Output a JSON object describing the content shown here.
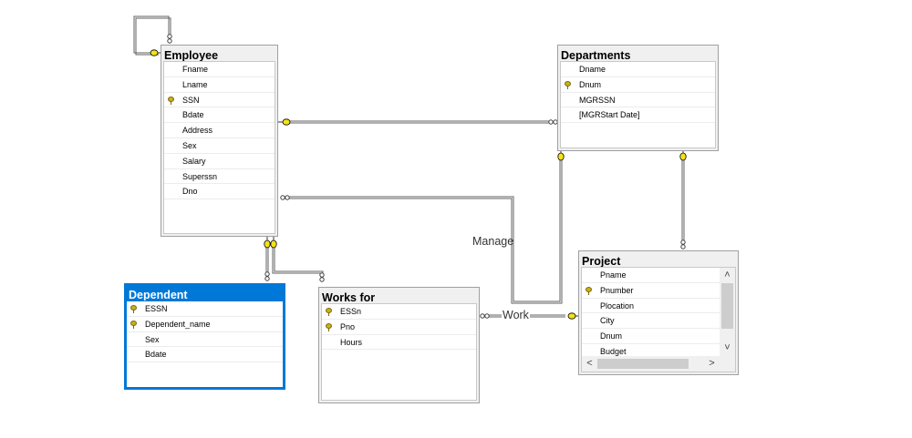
{
  "tables": {
    "employee": {
      "title": "Employee",
      "columns": [
        {
          "name": "Fname",
          "key": false
        },
        {
          "name": "Lname",
          "key": false
        },
        {
          "name": "SSN",
          "key": true
        },
        {
          "name": "Bdate",
          "key": false
        },
        {
          "name": "Address",
          "key": false
        },
        {
          "name": "Sex",
          "key": false
        },
        {
          "name": "Salary",
          "key": false
        },
        {
          "name": "Superssn",
          "key": false
        },
        {
          "name": "Dno",
          "key": false
        }
      ]
    },
    "departments": {
      "title": "Departments",
      "columns": [
        {
          "name": "Dname",
          "key": false
        },
        {
          "name": "Dnum",
          "key": true
        },
        {
          "name": "MGRSSN",
          "key": false
        },
        {
          "name": "[MGRStart Date]",
          "key": false
        }
      ]
    },
    "project": {
      "title": "Project",
      "columns": [
        {
          "name": "Pname",
          "key": false
        },
        {
          "name": "Pnumber",
          "key": true
        },
        {
          "name": "Plocation",
          "key": false
        },
        {
          "name": "City",
          "key": false
        },
        {
          "name": "Dnum",
          "key": false
        },
        {
          "name": "Budget",
          "key": false
        }
      ]
    },
    "dependent": {
      "title": "Dependent",
      "selected": true,
      "columns": [
        {
          "name": "ESSN",
          "key": true
        },
        {
          "name": "Dependent_name",
          "key": true
        },
        {
          "name": "Sex",
          "key": false
        },
        {
          "name": "Bdate",
          "key": false
        }
      ]
    },
    "works_for": {
      "title": "Works for",
      "columns": [
        {
          "name": "ESSn",
          "key": true
        },
        {
          "name": "Pno",
          "key": true
        },
        {
          "name": "Hours",
          "key": false
        }
      ]
    }
  },
  "relationship_labels": {
    "manage": "Manage",
    "work": "Work"
  },
  "colors": {
    "key_icon": "#f3e21a",
    "selected_table": "#0078d7",
    "line": "#606060"
  },
  "scroll_arrows": {
    "up": "˄",
    "down": "˅",
    "left": "<",
    "right": ">"
  }
}
